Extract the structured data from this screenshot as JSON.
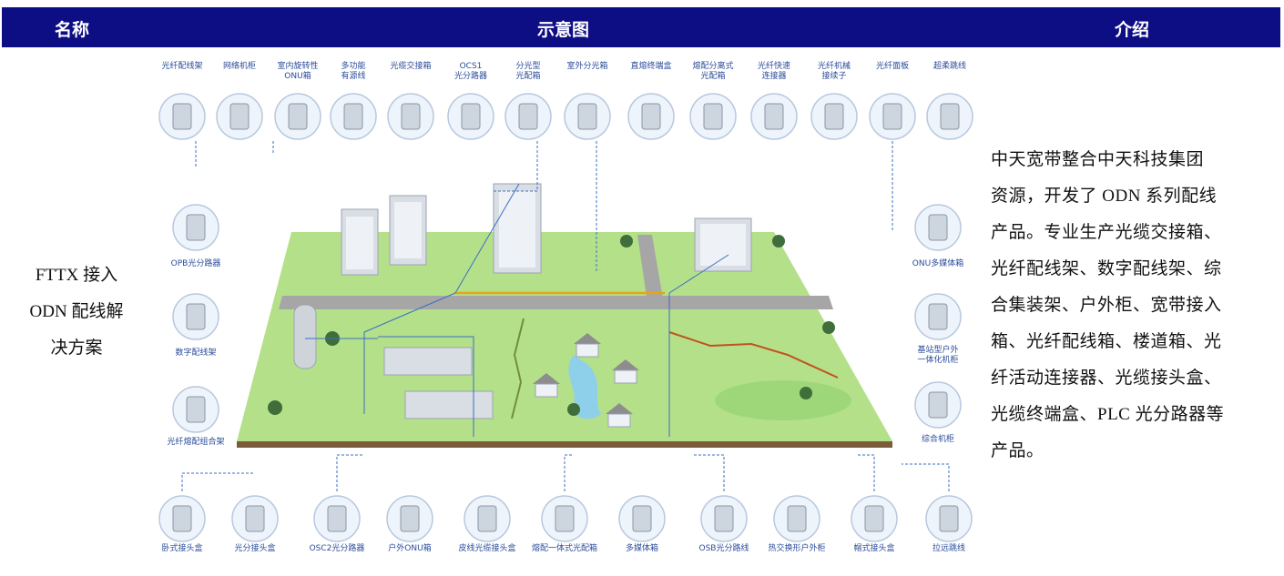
{
  "header": {
    "name": "名称",
    "diagram": "示意图",
    "intro": "介绍"
  },
  "name_cell": [
    "FTTX 接入",
    "ODN 配线解",
    "决方案"
  ],
  "intro_cell": [
    "中天宽带整合中天科技集团",
    "资源，开发了 ODN 系列配线",
    "产品。专业生产光缆交接箱、",
    "光纤配线架、数字配线架、综",
    "合集装架、户外柜、宽带接入",
    "箱、光纤配线箱、楼道箱、光",
    "纤活动连接器、光缆接头盒、",
    "光缆终端盒、PLC 光分路器等",
    "产品。"
  ],
  "top_products": [
    "光纤配线架",
    "网络机柜",
    "室内旋转性\nONU箱",
    "多功能\n有源线",
    "光缆交接箱",
    "OCS1\n光分路器",
    "分光型\n光配箱",
    "室外分光箱",
    "直熔终端盒",
    "熔配分离式\n光配箱",
    "光纤快速\n连接器",
    "光纤机械\n接续子",
    "光纤面板",
    "超柔跳线"
  ],
  "left_products": [
    "OPB光分路器",
    "数字配线架",
    "光纤熔配组合架"
  ],
  "right_products": [
    "ONU多媒体箱",
    "基站型户外\n一体化机柜",
    "综合机柜"
  ],
  "bottom_products": [
    "卧式接头盒",
    "光分接头盒",
    "OSC2光分路器",
    "户外ONU箱",
    "皮线光缆接头盒",
    "熔配一体式光配箱",
    "多媒体箱",
    "OSB光分路线",
    "热交换形户外柜",
    "帽式接头盒",
    "拉远跳线"
  ],
  "colors": {
    "header_bg": "#0d0d84",
    "label": "#2b4c9a",
    "ground": "#b5e08a",
    "road": "#a6a6a6",
    "link": "#3b6fc2"
  }
}
